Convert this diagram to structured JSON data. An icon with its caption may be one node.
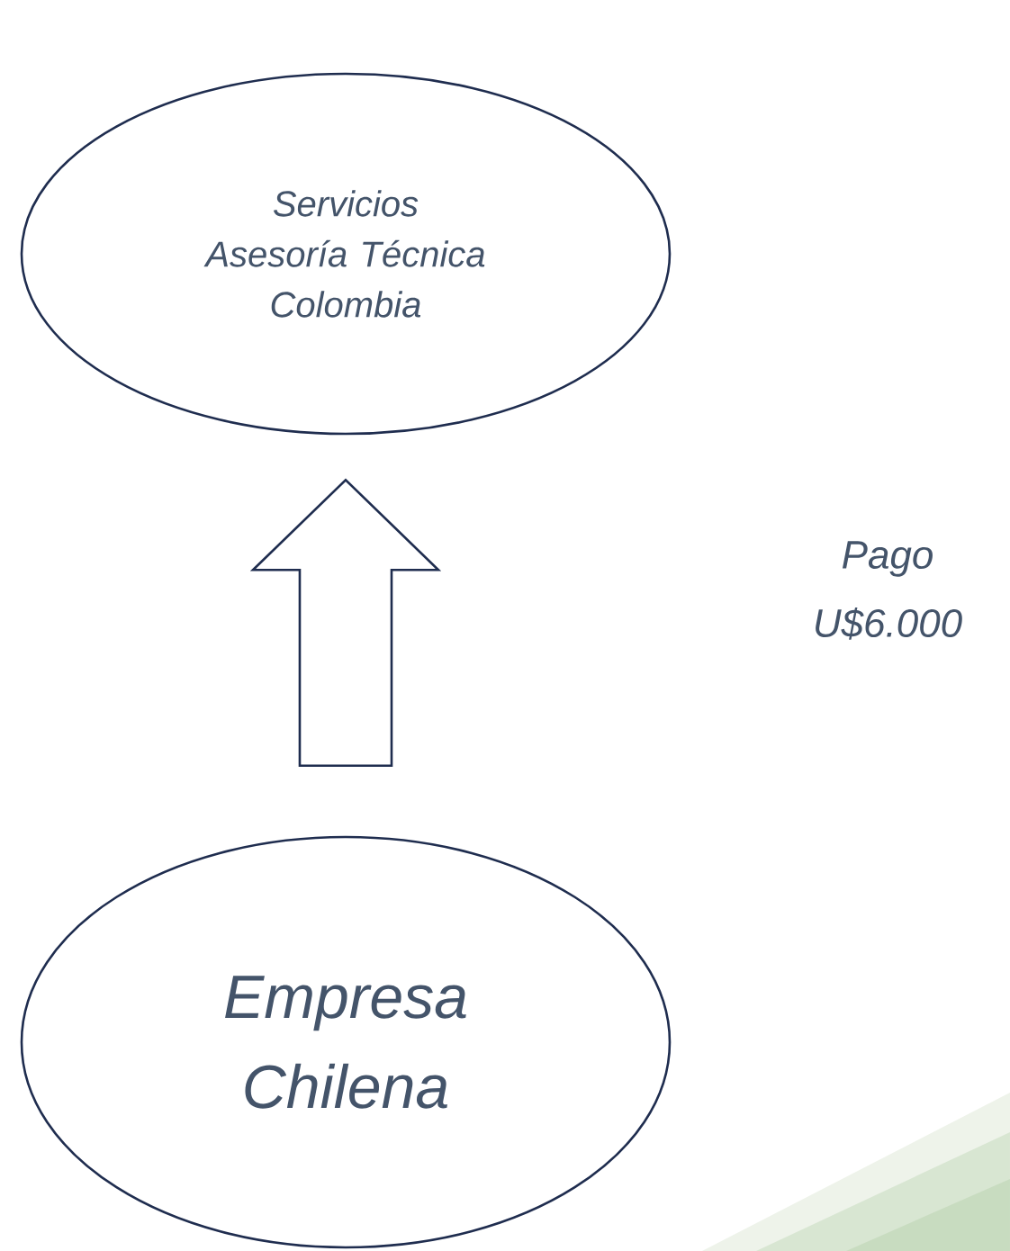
{
  "diagram": {
    "nodes": [
      {
        "text": [
          "Servicios Asesoría Técnica Colombia"
        ]
      },
      {
        "text": [
          "Empresa Chilena"
        ]
      }
    ],
    "edges": [
      {
        "from": 1,
        "to": 0,
        "arrow": "to"
      }
    ],
    "labels": [
      "Pago U$6.000"
    ]
  }
}
